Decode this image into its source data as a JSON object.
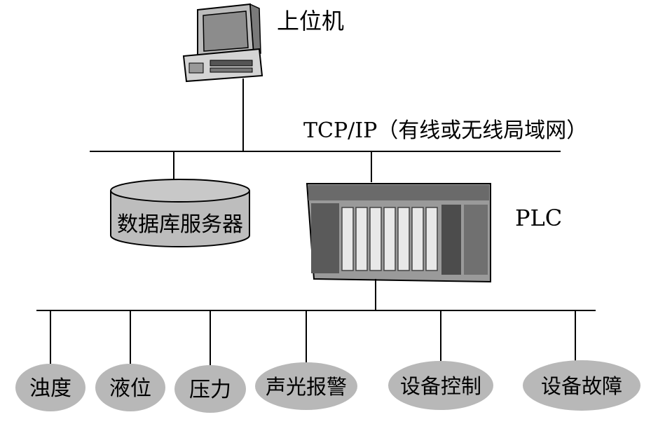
{
  "host": {
    "label": "上位机"
  },
  "network": {
    "label": "TCP/IP（有线或无线局域网）"
  },
  "database": {
    "label": "数据库服务器"
  },
  "plc": {
    "label": "PLC"
  },
  "devices": [
    {
      "label": "浊度"
    },
    {
      "label": "液位"
    },
    {
      "label": "压力"
    },
    {
      "label": "声光报警"
    },
    {
      "label": "设备控制"
    },
    {
      "label": "设备故障"
    }
  ],
  "colors": {
    "line": "#000000",
    "node_fill": "#b8b8b8",
    "cylinder_fill": "#bdbdbd",
    "plc_body": "#9a9a9a",
    "computer_body": "#cfcfcf"
  },
  "icons": {
    "host": "desktop-computer-icon",
    "database": "database-cylinder-icon",
    "plc": "plc-rack-icon"
  }
}
